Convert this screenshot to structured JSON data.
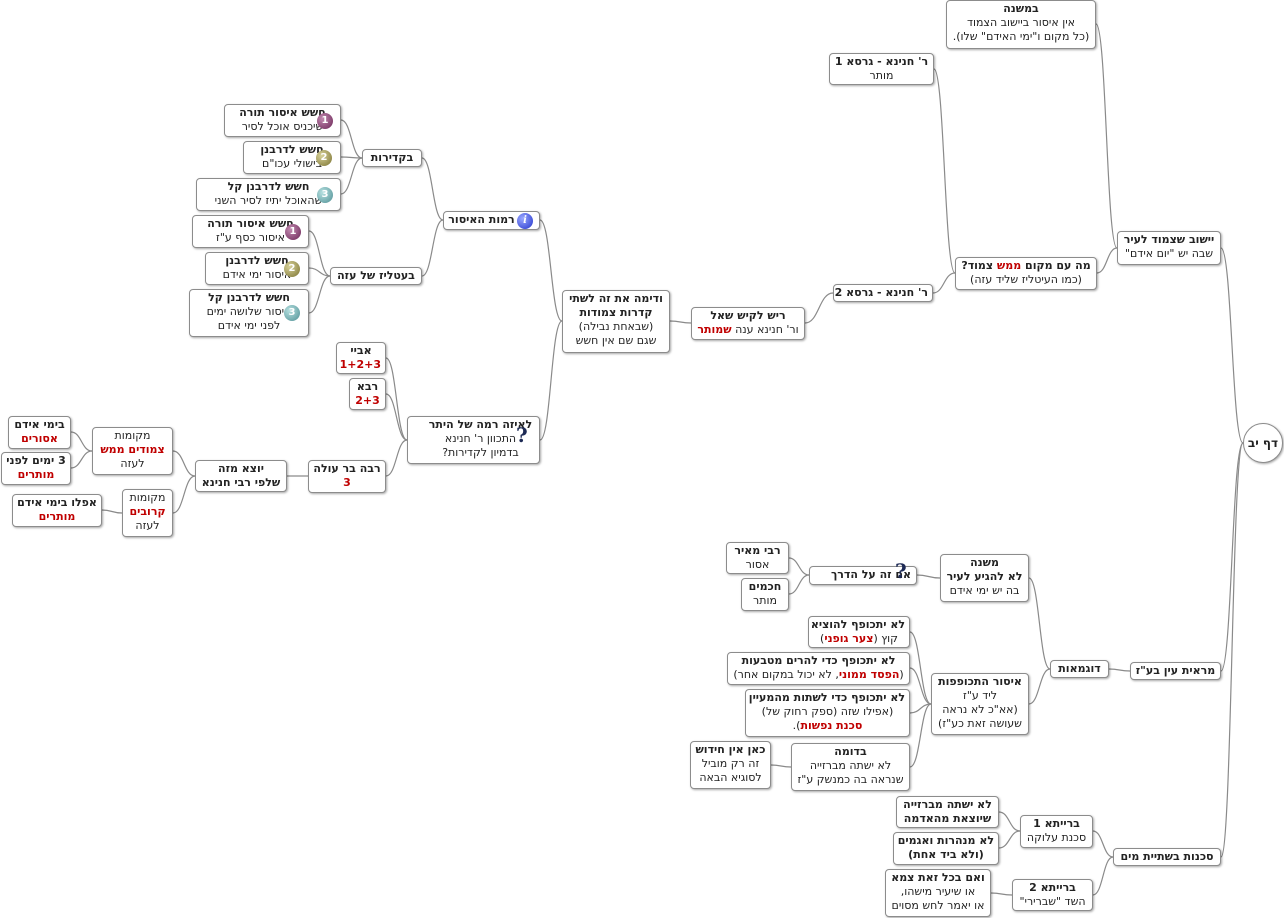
{
  "root": "דף יב",
  "n1": {
    "t": "יישוב שצמוד לעיר",
    "d": "שבה יש \"יום אידם\""
  },
  "n2": {
    "t": "במשנה",
    "d": "אין איסור ביישוב הצמוד",
    "d2": "(כל מקום ו\"ימי האידם\" שלו)."
  },
  "n3": {
    "t": "ר' חנינא - גרסא 1",
    "d": "מותר"
  },
  "n4": {
    "t1": "מה עם מקום",
    "red": "ממש",
    "t2": "צמוד?",
    "d": "(כמו העיטליז שליד עזה)"
  },
  "n5": {
    "t": "ר' חנינא - גרסא 2"
  },
  "n6": {
    "t": "ריש לקיש שאל",
    "d1": "ור' חנינא ענה",
    "red": "שמותר"
  },
  "n7": {
    "t1": "ודימה את זה לשתי",
    "t2": "קדרות צמודות",
    "d": "(שבאחת נבילה)",
    "d2": "שגם שם אין חשש"
  },
  "n8": {
    "t": "רמות האיסור",
    "icon": "i"
  },
  "n9": {
    "t": "בקדירות"
  },
  "k1": {
    "t": "חשש איסור תורה",
    "d": "שיכניס אוכל לסיר",
    "badge": "1"
  },
  "k2": {
    "t": "חשש לדרבנן",
    "d": "בישולי עכו\"ם",
    "badge": "2"
  },
  "k3": {
    "t": "חשש לדרבנן קל",
    "d": "שהאוכל יתיז לסיר השני",
    "badge": "3"
  },
  "n10": {
    "t": "בעטליז של עזה"
  },
  "e1": {
    "t": "חשש איסור תורה",
    "d": "איסור כסף ע\"ז",
    "badge": "1"
  },
  "e2": {
    "t": "חשש לדרבנן",
    "d": "איסור ימי אידם",
    "badge": "2"
  },
  "e3": {
    "t": "חשש לדרבנן קל",
    "d": "איסור שלושה ימים",
    "d2": "לפני ימי אידם",
    "badge": "3"
  },
  "n11": {
    "t": "לאיזה רמה של היתר",
    "d": "התכוון ר' חנינא",
    "d2": "בדמיון לקדירות?",
    "q": "?"
  },
  "abaye": {
    "t": "אביי",
    "red": "1+2+3"
  },
  "rava": {
    "t": "רבא",
    "red": "2+3"
  },
  "rabba": {
    "t": "רבה בר עולה",
    "red": "3"
  },
  "n12": {
    "t": "יוצא מזה",
    "t2": "שלפי רבי חנינא"
  },
  "n13": {
    "d1": "מקומות",
    "red": "צמודים ממש",
    "d2": "לעזה"
  },
  "n14": {
    "d1": "מקומות",
    "red": "קרובים",
    "d2": "לעזה"
  },
  "n15": {
    "t": "בימי אידם",
    "red": "אסורים"
  },
  "n16": {
    "t": "3 ימים לפני",
    "red": "מותרים"
  },
  "n17": {
    "t": "אפלו בימי אידם",
    "red": "מותרים"
  },
  "m1": {
    "t": "מראית עין בע\"ז"
  },
  "m2": {
    "t": "דוגמאות"
  },
  "m3": {
    "t": "משנה",
    "t2": "לא להגיע לעיר",
    "d": "בה יש ימי אידם"
  },
  "m4": {
    "t": "אם זה על הדרך",
    "q": "?"
  },
  "m5": {
    "t": "רבי מאיר",
    "d": "אסור"
  },
  "m6": {
    "t": "חכמים",
    "d": "מותר"
  },
  "m7": {
    "t": "איסור התכופפות",
    "d": "ליד ע\"ז",
    "d2": "(אא\"כ לא נראה",
    "d3": "שעושה זאת כע\"ז)"
  },
  "m8": {
    "t": "לא יתכופף להוציא",
    "d1": "קוץ (",
    "red": "צער גופני",
    "d2": ")"
  },
  "m9": {
    "t": "לא יתכופף כדי להרים מטבעות",
    "d1": "(",
    "red": "הפסד ממוני",
    "d2": ", לא יכול במקום אחר)"
  },
  "m10": {
    "t": "לא יתכופף כדי לשתות מהמעיין",
    "d": "(אפילו שזה (ספק רחוק של)",
    "red": "סכנת נפשות",
    "d2": ")."
  },
  "m11": {
    "t": "בדומה",
    "d": "לא ישתה מברזייה",
    "d2": "שנראה בה כמנשק ע\"ז"
  },
  "m12": {
    "t": "כאן אין חידוש",
    "d": "זה רק מוביל",
    "d2": "לסוגיא הבאה"
  },
  "s1": {
    "t": "סכנות בשתיית מים"
  },
  "s2": {
    "t": "ברייתא 1",
    "d": "סכנת עלוקה"
  },
  "s3": {
    "t": "לא ישתה מברזייה",
    "t2": "שיוצאת מהאדמה"
  },
  "s4": {
    "t": "לא מנהרות ואגמים",
    "t2": "(ולא ביד אחת)"
  },
  "s5": {
    "t": "ברייתא 2",
    "d": "השד \"שברירי\""
  },
  "s6": {
    "t": "ואם בכל זאת צמא",
    "d": "או שיעיר מישהו,",
    "d2": "או יאמר לחש מסוים"
  },
  "colors": {
    "line": "#8a8a8a",
    "red": "#c00000",
    "border": "#8c8c8c"
  }
}
